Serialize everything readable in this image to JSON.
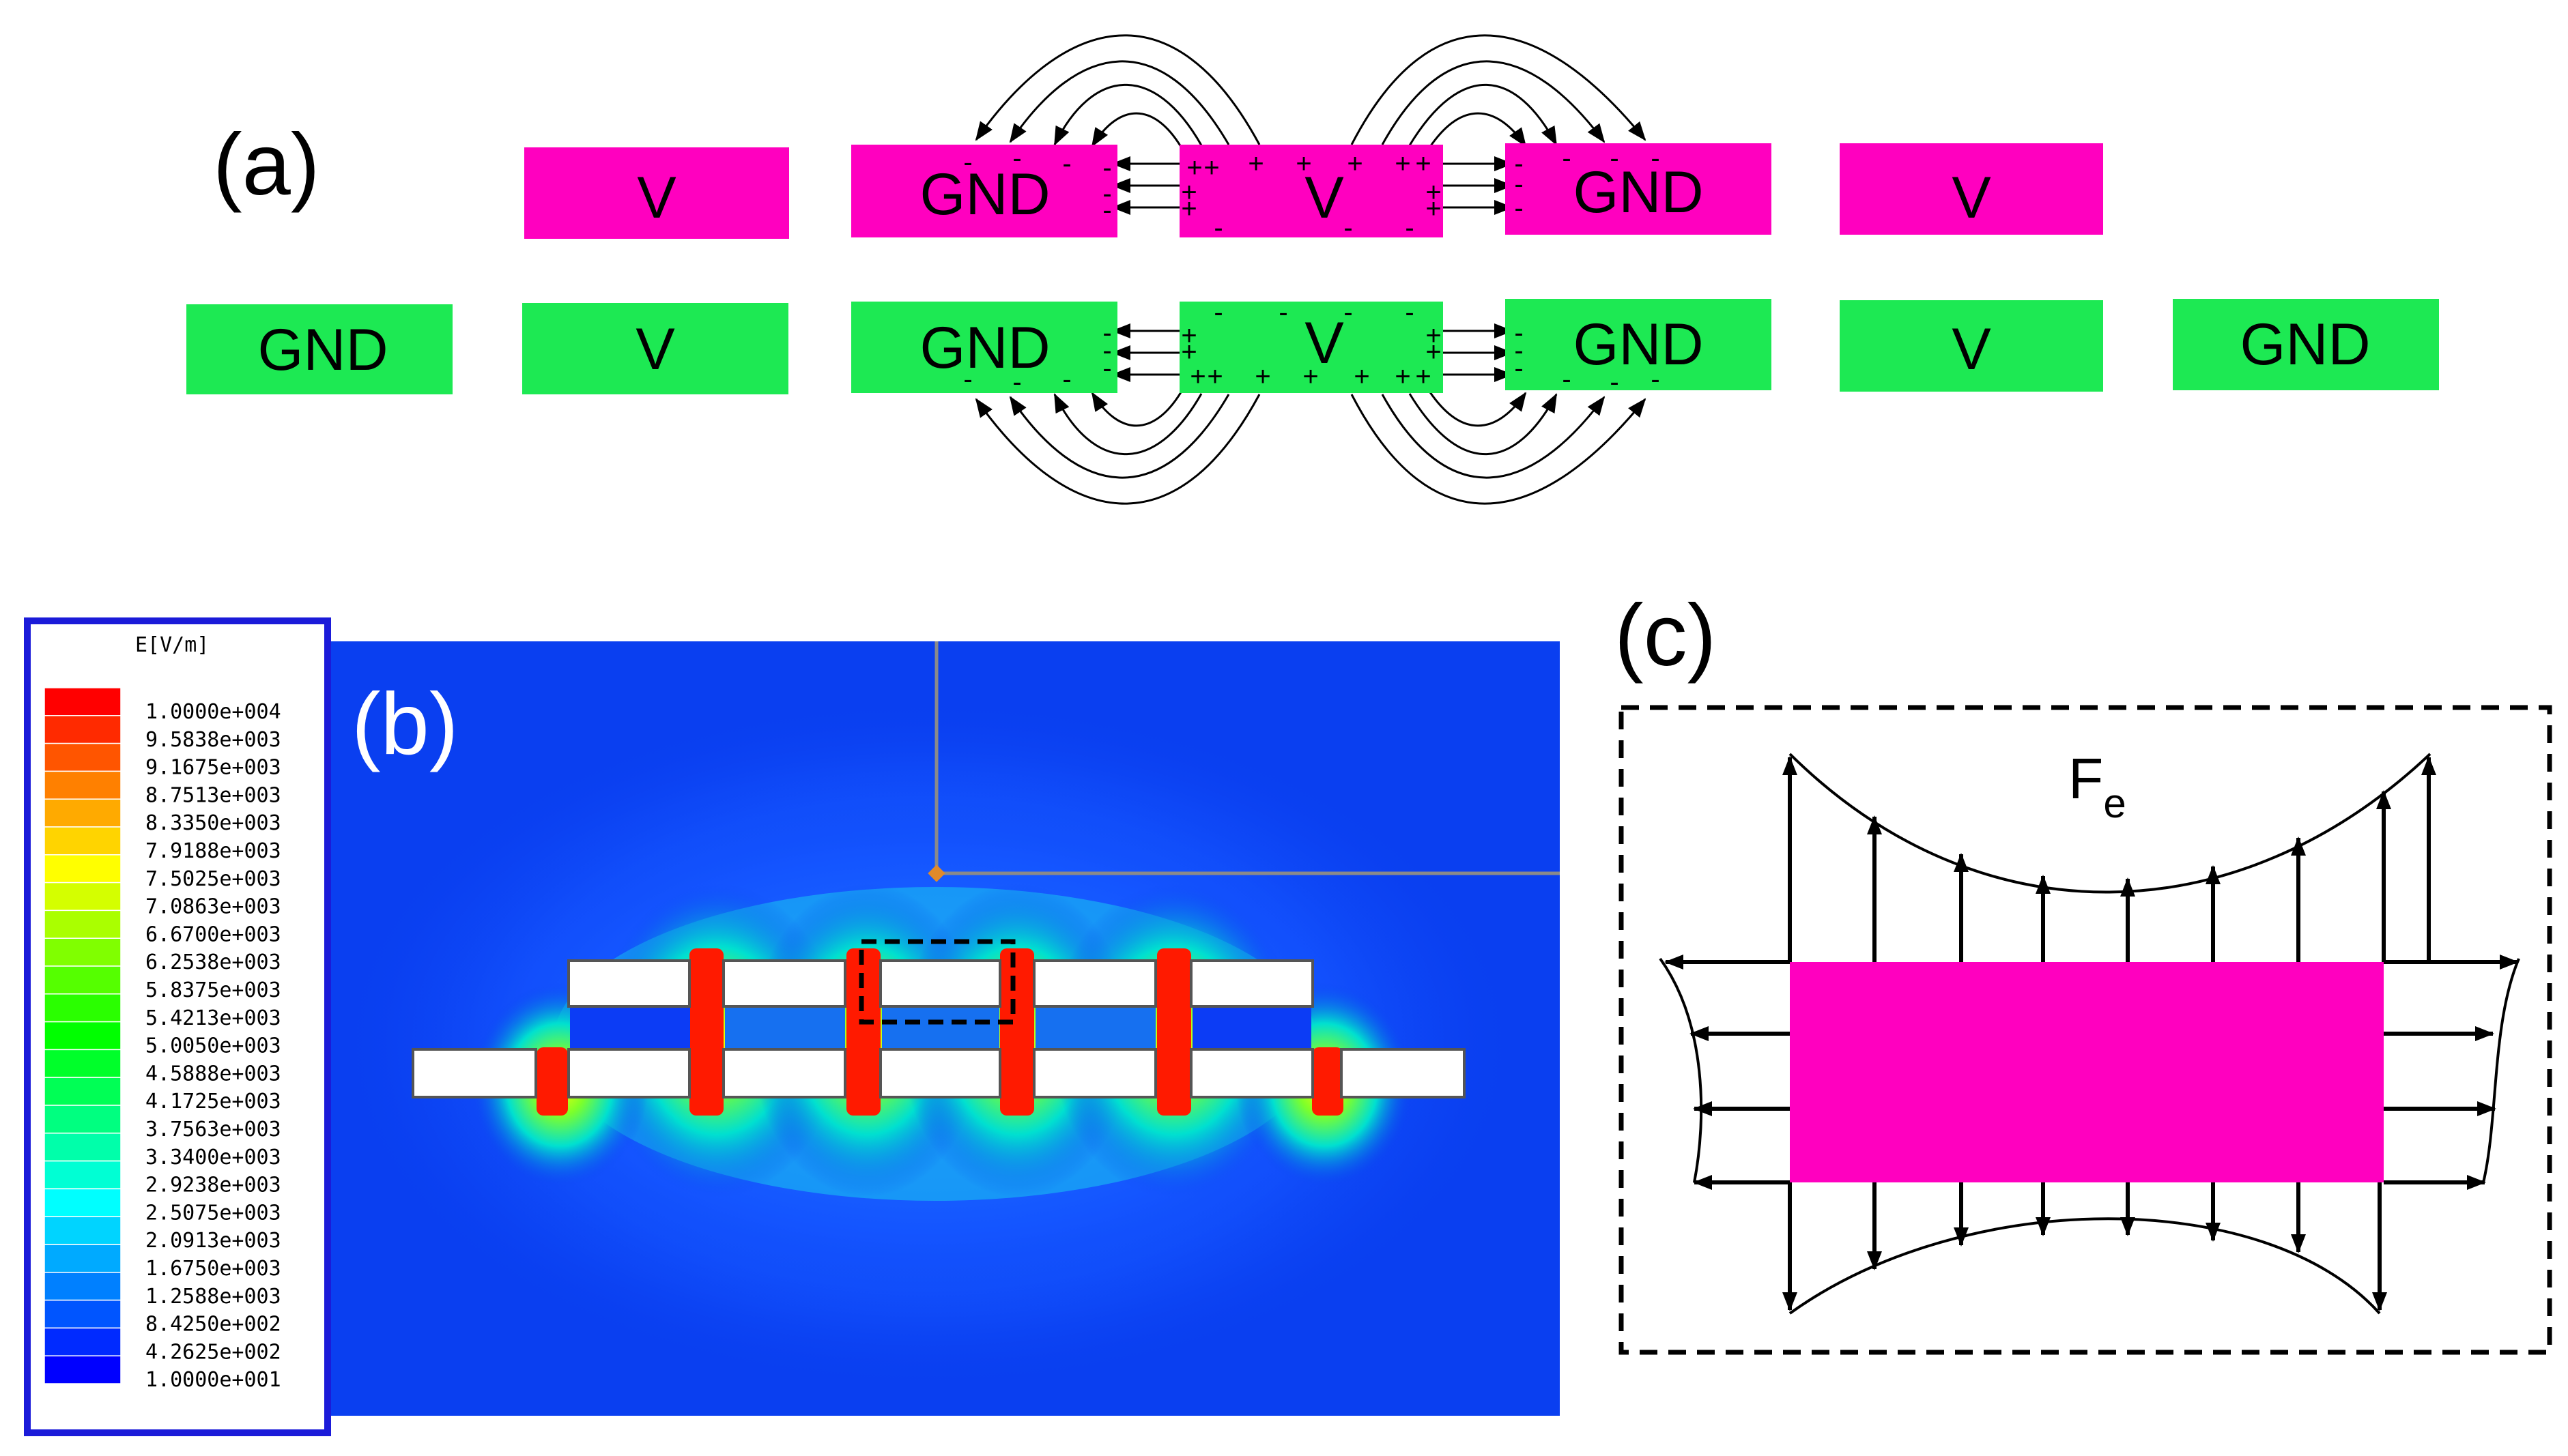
{
  "panels": {
    "a": {
      "label": "(a)",
      "top_row": [
        "V",
        "GND",
        "V",
        "GND",
        "V"
      ],
      "bottom_row": [
        "GND",
        "V",
        "GND",
        "V",
        "GND",
        "V",
        "GND"
      ],
      "charges": {
        "negative": "-",
        "positive": "+"
      }
    },
    "b": {
      "label": "(b)",
      "legend": {
        "title": "E[V/m]",
        "values": [
          "1.0000e+004",
          "9.5838e+003",
          "9.1675e+003",
          "8.7513e+003",
          "8.3350e+003",
          "7.9188e+003",
          "7.5025e+003",
          "7.0863e+003",
          "6.6700e+003",
          "6.2538e+003",
          "5.8375e+003",
          "5.4213e+003",
          "5.0050e+003",
          "4.5888e+003",
          "4.1725e+003",
          "3.7563e+003",
          "3.3400e+003",
          "2.9238e+003",
          "2.5075e+003",
          "2.0913e+003",
          "1.6750e+003",
          "1.2588e+003",
          "8.4250e+002",
          "4.2625e+002",
          "1.0000e+001"
        ],
        "colors": [
          "#ff0000",
          "#ff2a00",
          "#ff5500",
          "#ff8000",
          "#ffaa00",
          "#ffd400",
          "#ffff00",
          "#d4ff00",
          "#aaff00",
          "#80ff00",
          "#55ff00",
          "#2aff00",
          "#00ff00",
          "#00ff2a",
          "#00ff55",
          "#00ff80",
          "#00ffaa",
          "#00ffd4",
          "#00ffff",
          "#00d4ff",
          "#00aaff",
          "#0080ff",
          "#0055ff",
          "#002aff",
          "#0000ff"
        ]
      }
    },
    "c": {
      "label": "(c)",
      "force_label": "F",
      "force_subscript": "e"
    }
  },
  "colors": {
    "magenta": "#ff00bf",
    "green": "#1de953",
    "field_background": "#0a3ff0",
    "legend_border": "#1b1bd9"
  },
  "icons": [
    "arrow-icon"
  ]
}
